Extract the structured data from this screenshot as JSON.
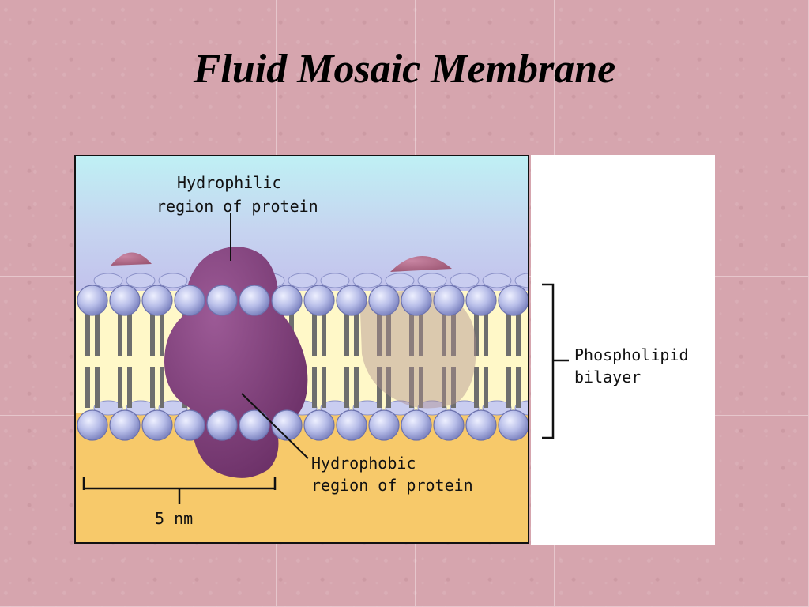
{
  "slide": {
    "title": "Fluid Mosaic Membrane"
  },
  "diagram": {
    "labels": {
      "hydrophilic_line1": "Hydrophilic",
      "hydrophilic_line2": "region of protein",
      "hydrophobic_line1": "Hydrophobic",
      "hydrophobic_line2": "region of protein",
      "bilayer_line1": "Phospholipid",
      "bilayer_line2": "bilayer",
      "scale": "5 nm"
    },
    "colors": {
      "water_top": "#bff0f4",
      "water_mid": "#c2c2ec",
      "core": "#fff8c8",
      "cytoplasm": "#f7c96a",
      "head": "#b7bde8",
      "tail": "#707070",
      "protein": "#7c3f78",
      "protein_small": "#a5607a",
      "background": "#d6a5ae"
    }
  }
}
